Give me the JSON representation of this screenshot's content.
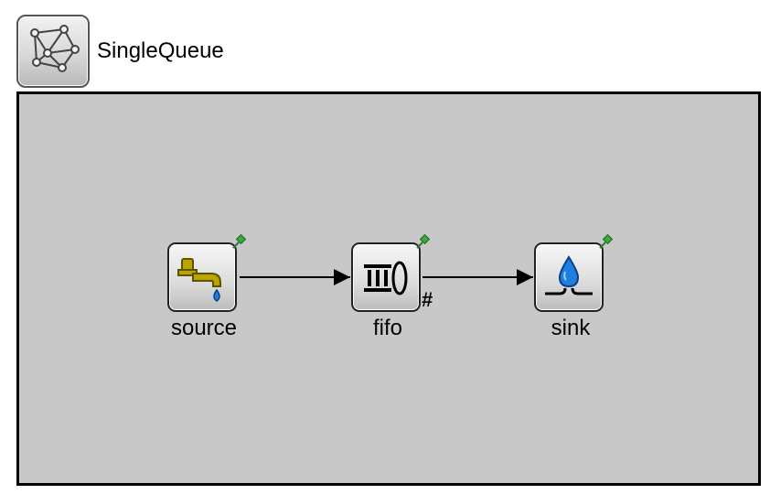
{
  "network": {
    "title": "SingleQueue",
    "icon": "network-graph-icon"
  },
  "modules": [
    {
      "id": "source",
      "label": "source",
      "icon": "faucet-icon"
    },
    {
      "id": "fifo",
      "label": "fifo",
      "icon": "queue-icon",
      "marker": "#"
    },
    {
      "id": "sink",
      "label": "sink",
      "icon": "drop-sink-icon"
    }
  ],
  "connections": [
    {
      "from": "source",
      "to": "fifo"
    },
    {
      "from": "fifo",
      "to": "sink"
    }
  ],
  "colors": {
    "canvas": "#c8c8c8",
    "border": "#000000",
    "faucet": "#b9a400",
    "water": "#1f7fe0",
    "pin": "#3cab3c"
  }
}
